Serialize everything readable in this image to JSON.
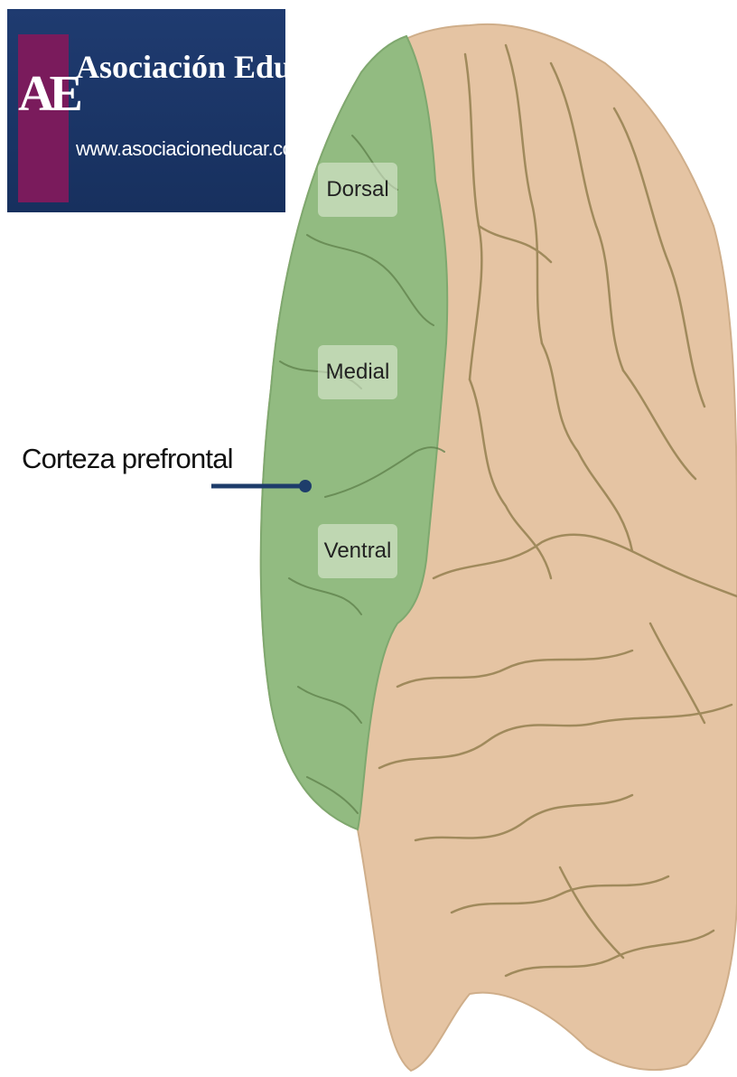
{
  "banner": {
    "logo_letters": "AE",
    "title": "Asociación Educar",
    "url": "www.asociacioneducar.com"
  },
  "diagram": {
    "main_label": "Corteza prefrontal",
    "regions": {
      "dorsal": "Dorsal",
      "medial": "Medial",
      "ventral": "Ventral"
    }
  },
  "colors": {
    "prefrontal_green": "#92bb81",
    "brain_tan": "#e5c4a3",
    "sulcus_line": "#a08a5c",
    "banner_navy": "#1f3b70",
    "logo_purple": "#7a1b5c",
    "pointer_navy": "#1e3d6b"
  }
}
